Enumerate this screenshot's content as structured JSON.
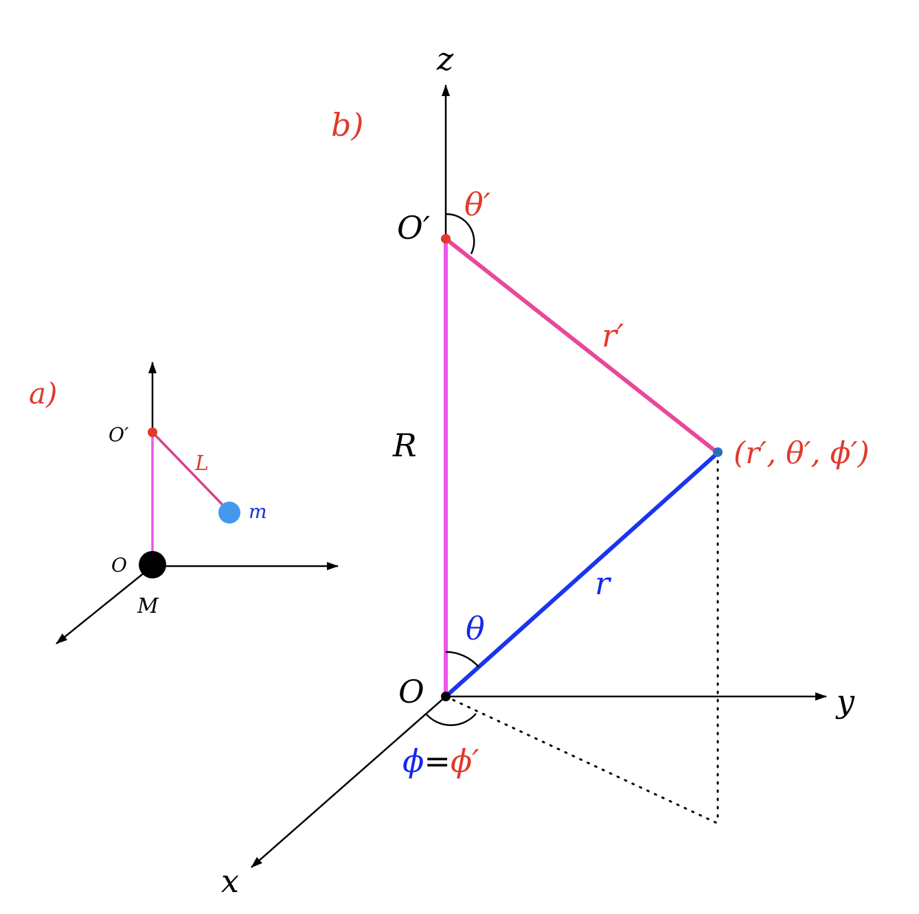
{
  "colors": {
    "axis": "#000000",
    "label_red": "#e03a2c",
    "label_blue": "#1428f0",
    "rod_magenta": "#ee55ee",
    "rprime_pink": "#e8489a",
    "r_blue": "#1a34f0",
    "mass_m": "#4499ee",
    "mass_M": "#000000",
    "point_blue": "#2a6fb8"
  },
  "panel_a": {
    "tag": "a)",
    "label_O_prime": "O′",
    "label_O": "O",
    "label_L": "L",
    "label_m": "m",
    "label_M": "M"
  },
  "panel_b": {
    "tag": "b)",
    "axis_z": "z",
    "axis_y": "y",
    "axis_x": "x",
    "label_O_prime": "O′",
    "label_O": "O",
    "label_R": "R",
    "label_r_prime": "r′",
    "label_r": "r",
    "label_theta_prime": "θ′",
    "label_theta": "θ",
    "point_label": "(r′, θ′, ϕ′)",
    "phi_label_left": "ϕ",
    "phi_label_eq": "=",
    "phi_label_right": "ϕ′"
  }
}
